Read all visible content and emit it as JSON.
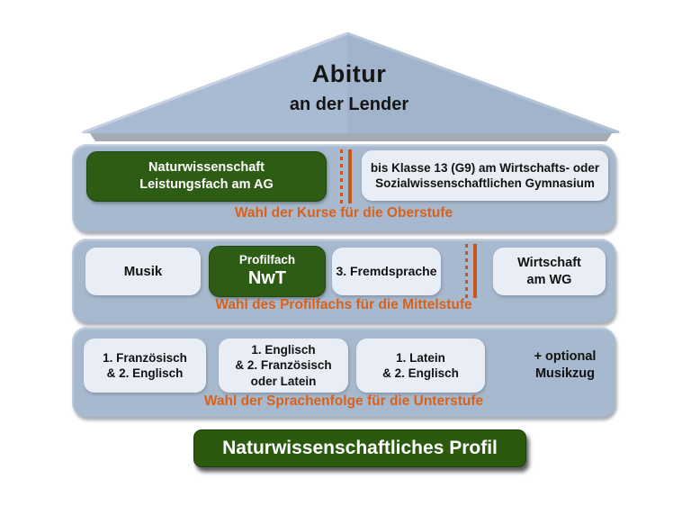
{
  "roof": {
    "title": "Abitur",
    "subtitle": "an der Lender"
  },
  "oberstufe": {
    "ag_box": {
      "line1": "Naturwissenschaft",
      "line2": "Leistungsfach am AG"
    },
    "wg_box": {
      "line1": "bis Klasse 13 (G9) am Wirtschafts- oder",
      "line2": "Sozialwissenschaftlichen Gymnasium"
    },
    "caption": "Wahl der Kurse für die Oberstufe"
  },
  "mittelstufe": {
    "musik": "Musik",
    "profilfach": {
      "line1": "Profilfach",
      "line2": "NwT"
    },
    "fremdsprache": "3. Fremdsprache",
    "wirtschaft": {
      "line1": "Wirtschaft",
      "line2": "am WG"
    },
    "caption": "Wahl des Profilfachs für die Mittelstufe"
  },
  "unterstufe": {
    "folge1": {
      "line1": "1. Französisch",
      "line2": "& 2. Englisch"
    },
    "folge2": {
      "line1": "1. Englisch",
      "line2": "& 2. Französisch",
      "line3": "oder Latein"
    },
    "folge3": {
      "line1": "1. Latein",
      "line2": "& 2. Englisch"
    },
    "musikzug": {
      "line1": "+ optional",
      "line2": "Musikzug"
    },
    "caption": "Wahl der Sprachenfolge für die Unterstufe"
  },
  "footer": {
    "title": "Naturwissenschaftliches Profil"
  },
  "colors": {
    "roof_fill": "#a9bbd3",
    "roof_highlight": "#c6d1e1",
    "roof_shadow_strip": "#a4abb4",
    "band_bg": "#a7b9ce",
    "light_box_bg": "#e9eef6",
    "green_box_bg": "#2d5c15",
    "footer_green_bg": "#2b5a0f",
    "divider_orange": "#c8571a",
    "caption_orange": "#d8621c",
    "text_dark": "#121212",
    "text_white": "#ffffff"
  }
}
